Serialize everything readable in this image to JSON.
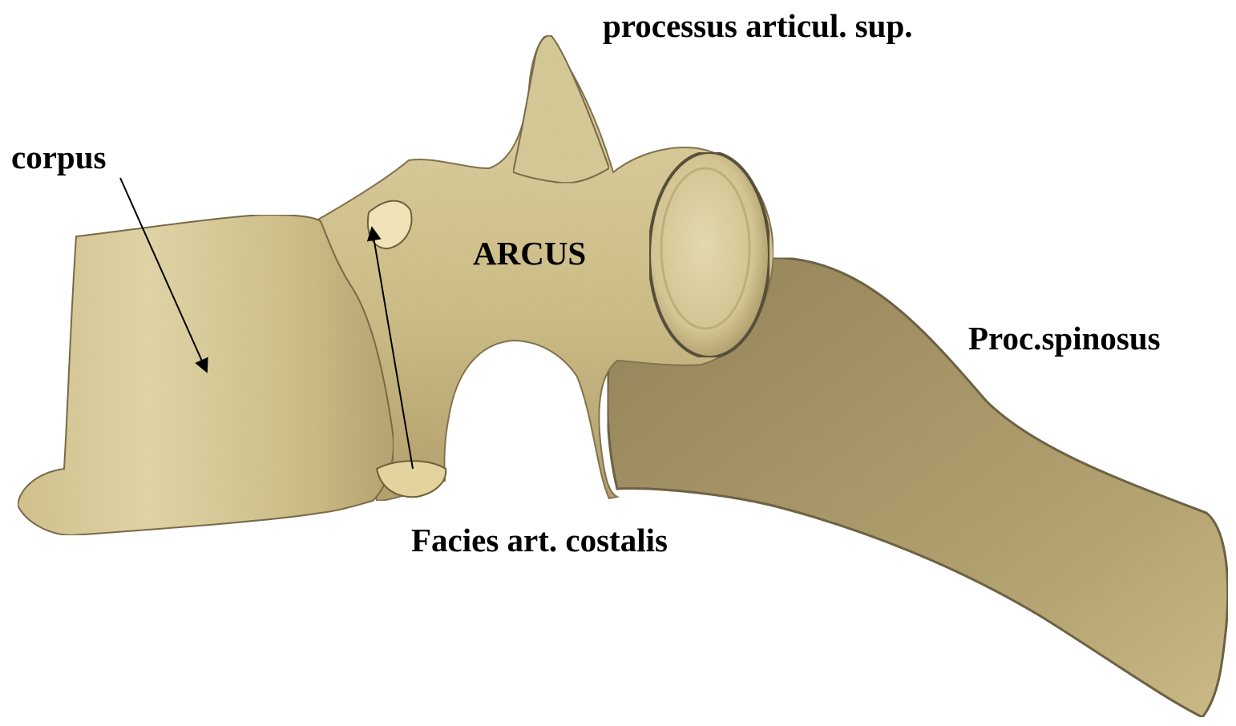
{
  "labels": {
    "processus_articul_sup": "processus articul. sup.",
    "corpus": "corpus",
    "arcus": "ARCUS",
    "proc_spinosus": "Proc.spinosus",
    "facies_art_costalis": "Facies art. costalis"
  },
  "colors": {
    "background": "#ffffff",
    "bone_light": "#e6d9a6",
    "bone_mid": "#cdbb82",
    "bone_dark": "#9c8a57",
    "bone_shadow": "#5e5234",
    "label_text": "#000000",
    "arrow": "#000000"
  }
}
